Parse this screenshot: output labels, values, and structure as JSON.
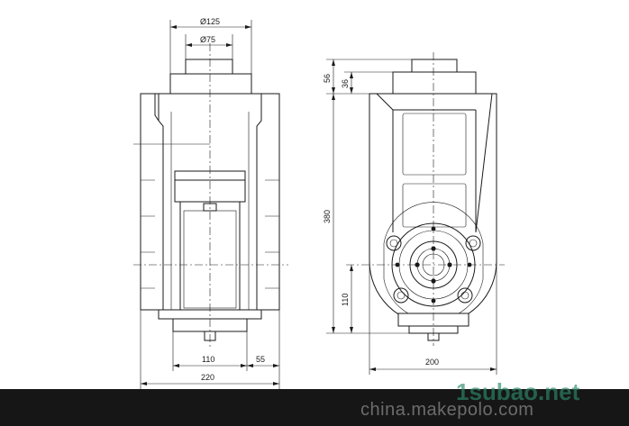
{
  "dimensions": {
    "outer_diameter": "Ø125",
    "inner_diameter": "Ø75",
    "width_110": "110",
    "width_55": "55",
    "total_width": "220",
    "top_56": "56",
    "top_36": "36",
    "height_380": "380",
    "axis_height_110": "110",
    "side_width_200": "200"
  },
  "watermark": {
    "site": "china.makepolo.com",
    "logo": "1subao.net"
  },
  "colors": {
    "line": "#1a1a1a",
    "background": "#ffffff",
    "footer": "#161616",
    "logo": "#2c8a6a"
  }
}
